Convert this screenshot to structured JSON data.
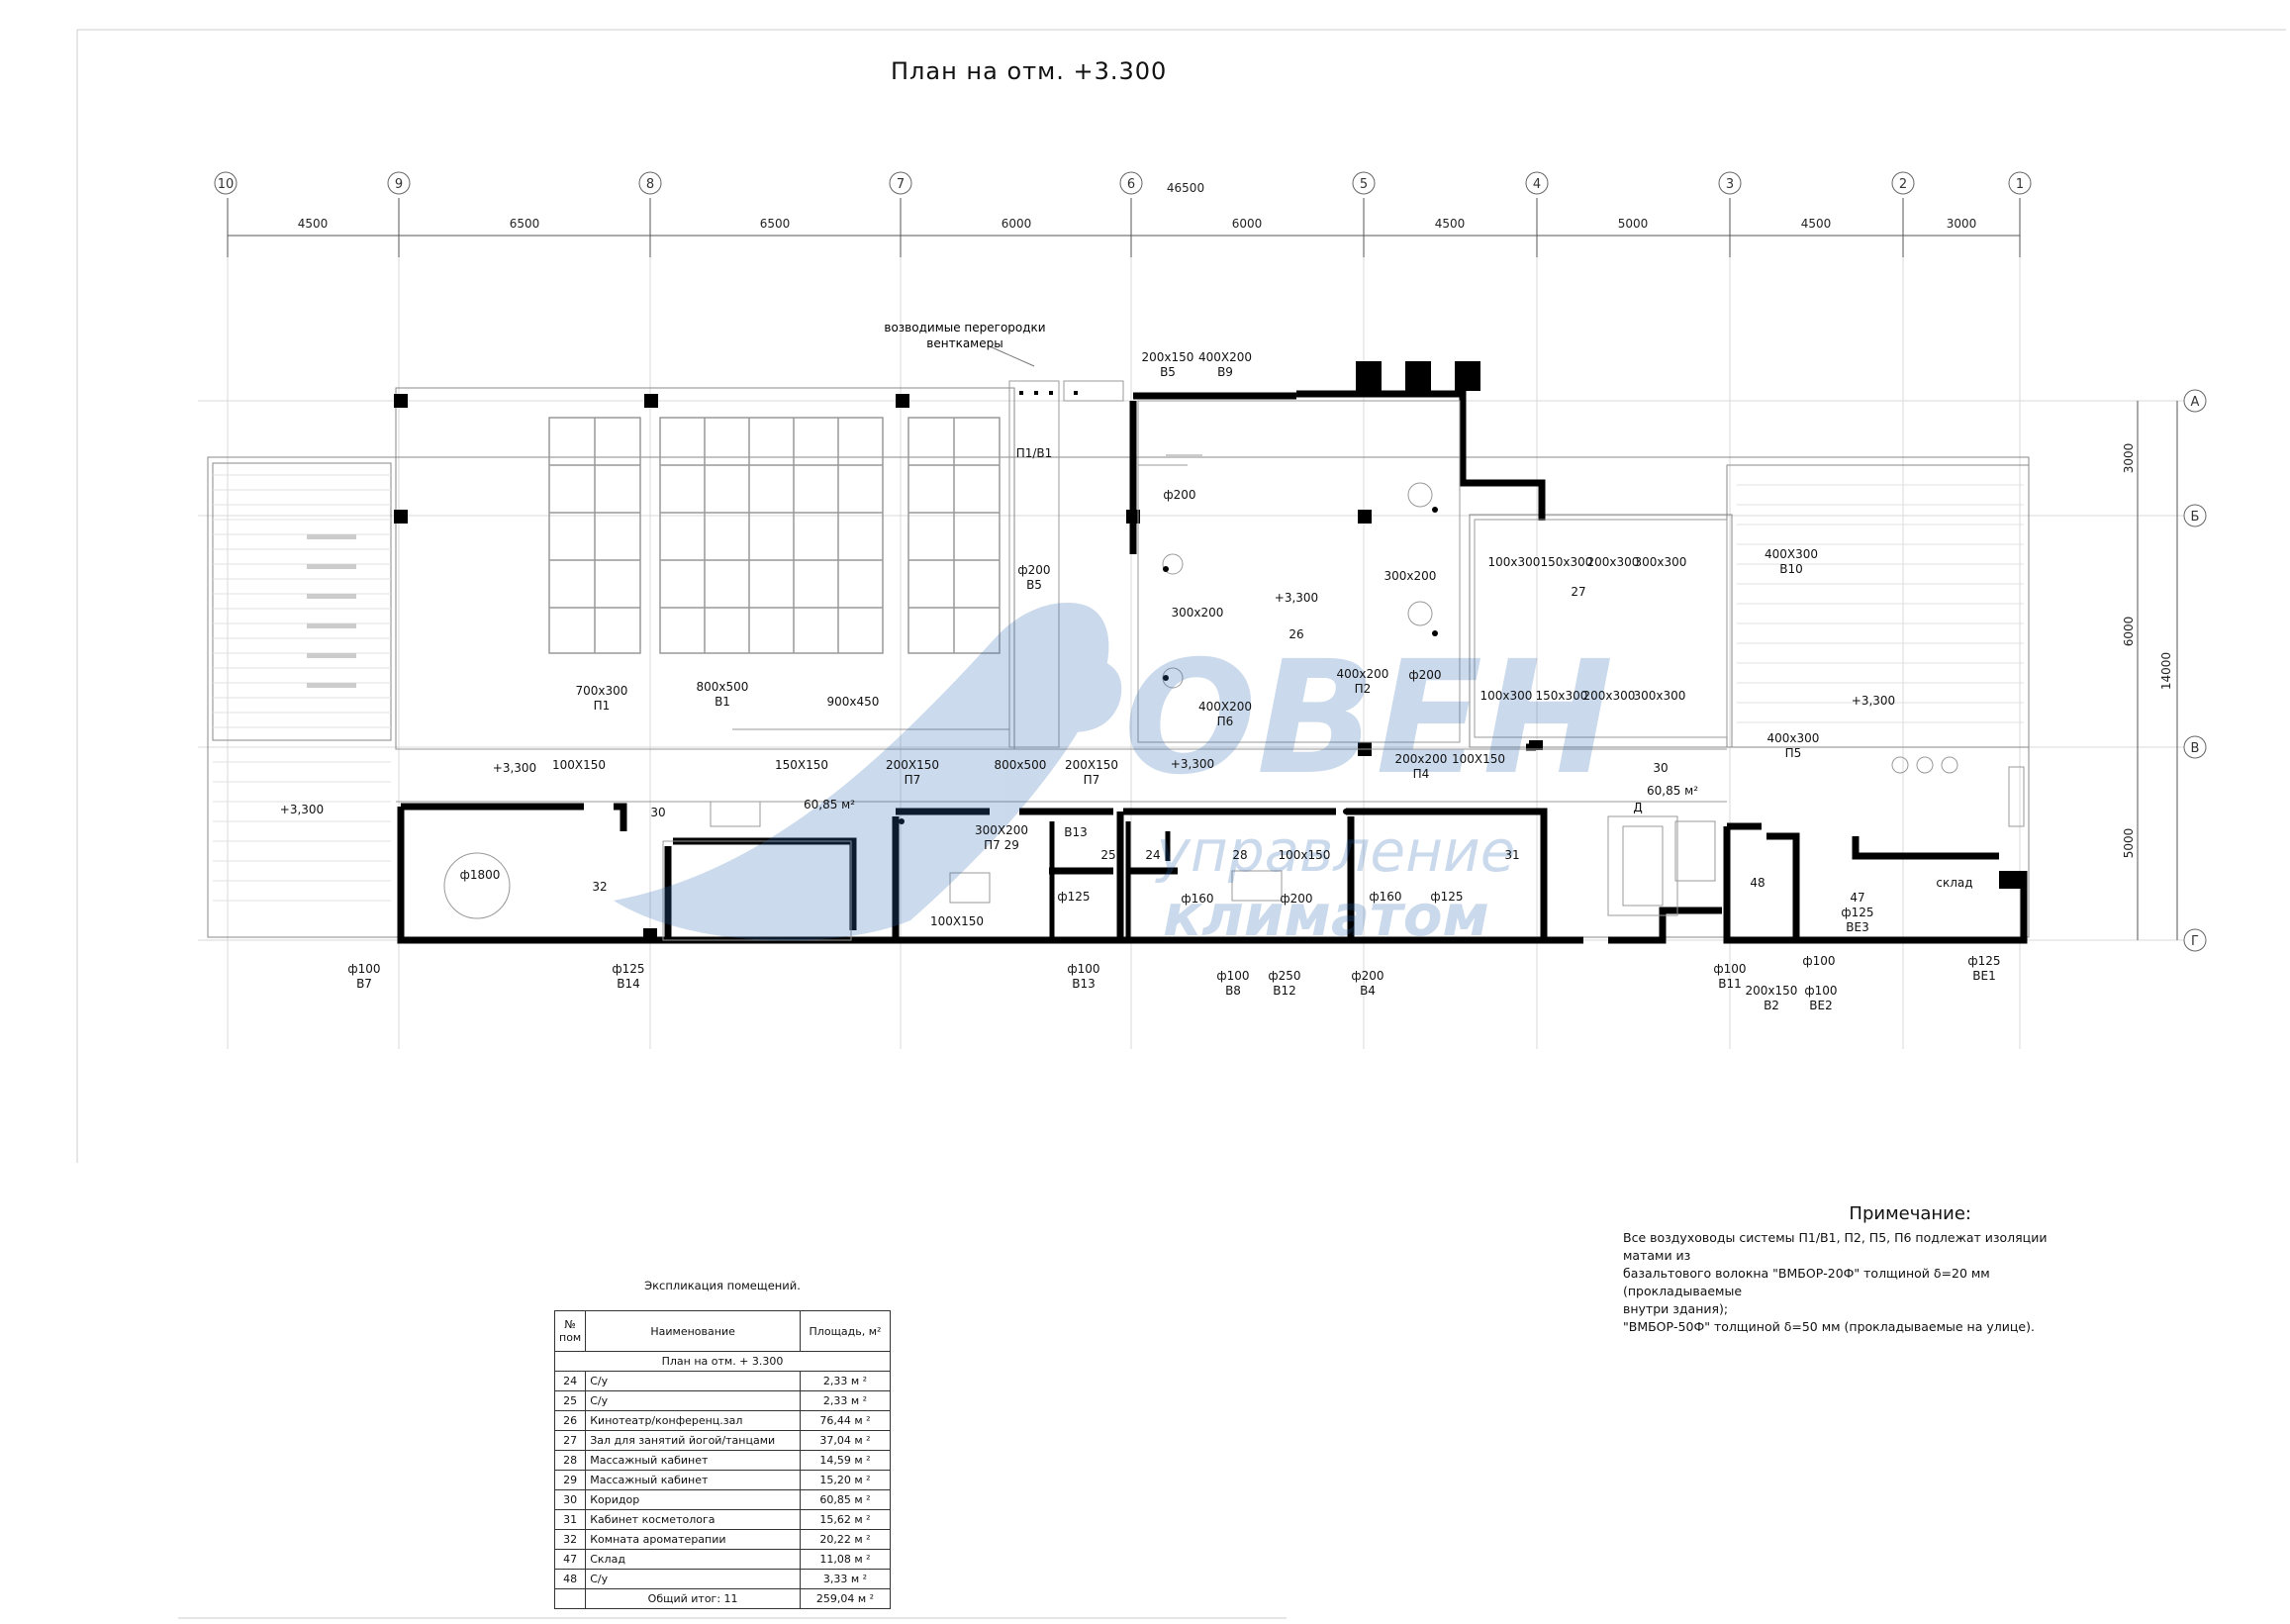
{
  "title": "План на отм. +3.300",
  "axes": {
    "numbers": [
      "10",
      "9",
      "8",
      "7",
      "6",
      "5",
      "4",
      "3",
      "2",
      "1"
    ],
    "letters": [
      "А",
      "Б",
      "В",
      "Г"
    ]
  },
  "dimensions": {
    "overall": "46500",
    "spans": [
      "4500",
      "6500",
      "6500",
      "6000",
      "6000",
      "4500",
      "5000",
      "4500",
      "3000"
    ],
    "vertical": [
      "3000",
      "6000",
      "5000"
    ],
    "vertical_total": "14000"
  },
  "annotations": {
    "partitions": [
      "возводимые перегородки",
      "венткамеры"
    ],
    "labels": [
      {
        "id": "a1",
        "lines": [
          "200х150",
          "В5"
        ]
      },
      {
        "id": "a2",
        "lines": [
          "400Х200",
          "В9"
        ]
      },
      {
        "id": "a3",
        "lines": [
          "П1/В1"
        ]
      },
      {
        "id": "a4",
        "lines": [
          "ф200"
        ]
      },
      {
        "id": "a5",
        "lines": [
          "ф200",
          "В5"
        ]
      },
      {
        "id": "a6",
        "lines": [
          "300х200"
        ]
      },
      {
        "id": "a7",
        "lines": [
          "+3,300"
        ]
      },
      {
        "id": "a8",
        "lines": [
          "26"
        ]
      },
      {
        "id": "a9",
        "lines": [
          "300х200"
        ]
      },
      {
        "id": "a10",
        "lines": [
          "100х300"
        ]
      },
      {
        "id": "a11",
        "lines": [
          "150х300"
        ]
      },
      {
        "id": "a12",
        "lines": [
          "200х300"
        ]
      },
      {
        "id": "a13",
        "lines": [
          "300х300"
        ]
      },
      {
        "id": "a14",
        "lines": [
          "27"
        ]
      },
      {
        "id": "a15",
        "lines": [
          "400Х300",
          "В10"
        ]
      },
      {
        "id": "a16",
        "lines": [
          "700х300",
          "П1"
        ]
      },
      {
        "id": "a17",
        "lines": [
          "800х500",
          "В1"
        ]
      },
      {
        "id": "a18",
        "lines": [
          "900х450"
        ]
      },
      {
        "id": "a19",
        "lines": [
          "400х200",
          "П2"
        ]
      },
      {
        "id": "a20",
        "lines": [
          "ф200"
        ]
      },
      {
        "id": "a21",
        "lines": [
          "400Х200",
          "П6"
        ]
      },
      {
        "id": "a22",
        "lines": [
          "100х300"
        ]
      },
      {
        "id": "a23",
        "lines": [
          "150х300"
        ]
      },
      {
        "id": "a24",
        "lines": [
          "200х300"
        ]
      },
      {
        "id": "a25",
        "lines": [
          "300х300"
        ]
      },
      {
        "id": "a26",
        "lines": [
          "+3,300"
        ]
      },
      {
        "id": "a27",
        "lines": [
          "400х300",
          "П5"
        ]
      },
      {
        "id": "a28",
        "lines": [
          "+3,300"
        ]
      },
      {
        "id": "a29",
        "lines": [
          "100Х150"
        ]
      },
      {
        "id": "a30",
        "lines": [
          "150Х150"
        ]
      },
      {
        "id": "a31",
        "lines": [
          "200Х150",
          "П7"
        ]
      },
      {
        "id": "a32",
        "lines": [
          "800х500"
        ]
      },
      {
        "id": "a33",
        "lines": [
          "200Х150",
          "П7"
        ]
      },
      {
        "id": "a34",
        "lines": [
          "+3,300"
        ]
      },
      {
        "id": "a35",
        "lines": [
          "200х200",
          "П4"
        ]
      },
      {
        "id": "a36",
        "lines": [
          "100Х150"
        ]
      },
      {
        "id": "a37",
        "lines": [
          "30"
        ]
      },
      {
        "id": "a38",
        "lines": [
          "60,85 м²"
        ]
      },
      {
        "id": "a39",
        "lines": [
          "Д"
        ]
      },
      {
        "id": "a40",
        "lines": [
          "+3,300"
        ]
      },
      {
        "id": "a41",
        "lines": [
          "30"
        ]
      },
      {
        "id": "a42",
        "lines": [
          "60,85 м²"
        ]
      },
      {
        "id": "a43",
        "lines": [
          "300Х200",
          "П7 29"
        ]
      },
      {
        "id": "a44",
        "lines": [
          "В13"
        ]
      },
      {
        "id": "a45",
        "lines": [
          "25"
        ]
      },
      {
        "id": "a46",
        "lines": [
          "24"
        ]
      },
      {
        "id": "a47",
        "lines": [
          "28"
        ]
      },
      {
        "id": "a48",
        "lines": [
          "100х150"
        ]
      },
      {
        "id": "a49",
        "lines": [
          "31"
        ]
      },
      {
        "id": "a50",
        "lines": [
          "ф125"
        ]
      },
      {
        "id": "a51",
        "lines": [
          "ф160"
        ]
      },
      {
        "id": "a52",
        "lines": [
          "ф200"
        ]
      },
      {
        "id": "a53",
        "lines": [
          "ф160"
        ]
      },
      {
        "id": "a54",
        "lines": [
          "ф125"
        ]
      },
      {
        "id": "a55",
        "lines": [
          "100Х150"
        ]
      },
      {
        "id": "a56",
        "lines": [
          "ф1800"
        ]
      },
      {
        "id": "a57",
        "lines": [
          "32"
        ]
      },
      {
        "id": "a58",
        "lines": [
          "48"
        ]
      },
      {
        "id": "a59",
        "lines": [
          "47",
          "ф125",
          "ВЕ3"
        ]
      },
      {
        "id": "a60",
        "lines": [
          "склад"
        ]
      },
      {
        "id": "a61",
        "lines": [
          "ф100",
          "В7"
        ]
      },
      {
        "id": "a62",
        "lines": [
          "ф125",
          "В14"
        ]
      },
      {
        "id": "a63",
        "lines": [
          "ф100",
          "В13"
        ]
      },
      {
        "id": "a64",
        "lines": [
          "ф100",
          "В8"
        ]
      },
      {
        "id": "a65",
        "lines": [
          "ф250",
          "В12"
        ]
      },
      {
        "id": "a66",
        "lines": [
          "ф200",
          "В4"
        ]
      },
      {
        "id": "a67",
        "lines": [
          "ф100",
          "В11"
        ]
      },
      {
        "id": "a68",
        "lines": [
          "ф100"
        ]
      },
      {
        "id": "a69",
        "lines": [
          "200х150",
          "В2"
        ]
      },
      {
        "id": "a70",
        "lines": [
          "ф100",
          "ВЕ2"
        ]
      },
      {
        "id": "a71",
        "lines": [
          "ф125",
          "ВЕ1"
        ]
      }
    ]
  },
  "watermark": {
    "brand": "РОВЕН",
    "line1": "управление",
    "line2": "климатом",
    "color": "#2f6db3"
  },
  "note": {
    "title": "Примечание:",
    "lines": [
      "Все воздуховоды системы П1/В1, П2, П5, П6 подлежат изоляции матами из",
      "базальтового волокна \"ВМБОР-20Ф\" толщиной δ=20 мм  (прокладываемые",
      "внутри здания);",
      "\"ВМБОР-50Ф\" толщиной δ=50 мм (прокладываемые на улице)."
    ]
  },
  "explication": {
    "caption": "Экспликация помещений.",
    "headers": {
      "no": "№ пом",
      "name": "Наименование",
      "area": "Площадь, м²"
    },
    "subheader": "План  на отм. + 3.300",
    "rows": [
      {
        "no": "24",
        "name": "С/у",
        "area": "2,33 м ²"
      },
      {
        "no": "25",
        "name": "С/у",
        "area": "2,33 м ²"
      },
      {
        "no": "26",
        "name": "Кинотеатр/конференц.зал",
        "area": "76,44 м ²"
      },
      {
        "no": "27",
        "name": "Зал для занятий йогой/танцами",
        "area": "37,04 м ²"
      },
      {
        "no": "28",
        "name": "Массажный кабинет",
        "area": "14,59 м ²"
      },
      {
        "no": "29",
        "name": "Массажный кабинет",
        "area": "15,20 м ²"
      },
      {
        "no": "30",
        "name": "Коридор",
        "area": "60,85 м ²"
      },
      {
        "no": "31",
        "name": "Кабинет косметолога",
        "area": "15,62 м ²"
      },
      {
        "no": "32",
        "name": "Комната ароматерапии",
        "area": "20,22 м ²"
      },
      {
        "no": "47",
        "name": "Склад",
        "area": "11,08 м ²"
      },
      {
        "no": "48",
        "name": "С/у",
        "area": "3,33 м ²"
      }
    ],
    "total": {
      "label": "Общий итог: 11",
      "area": "259,04 м ²"
    }
  }
}
